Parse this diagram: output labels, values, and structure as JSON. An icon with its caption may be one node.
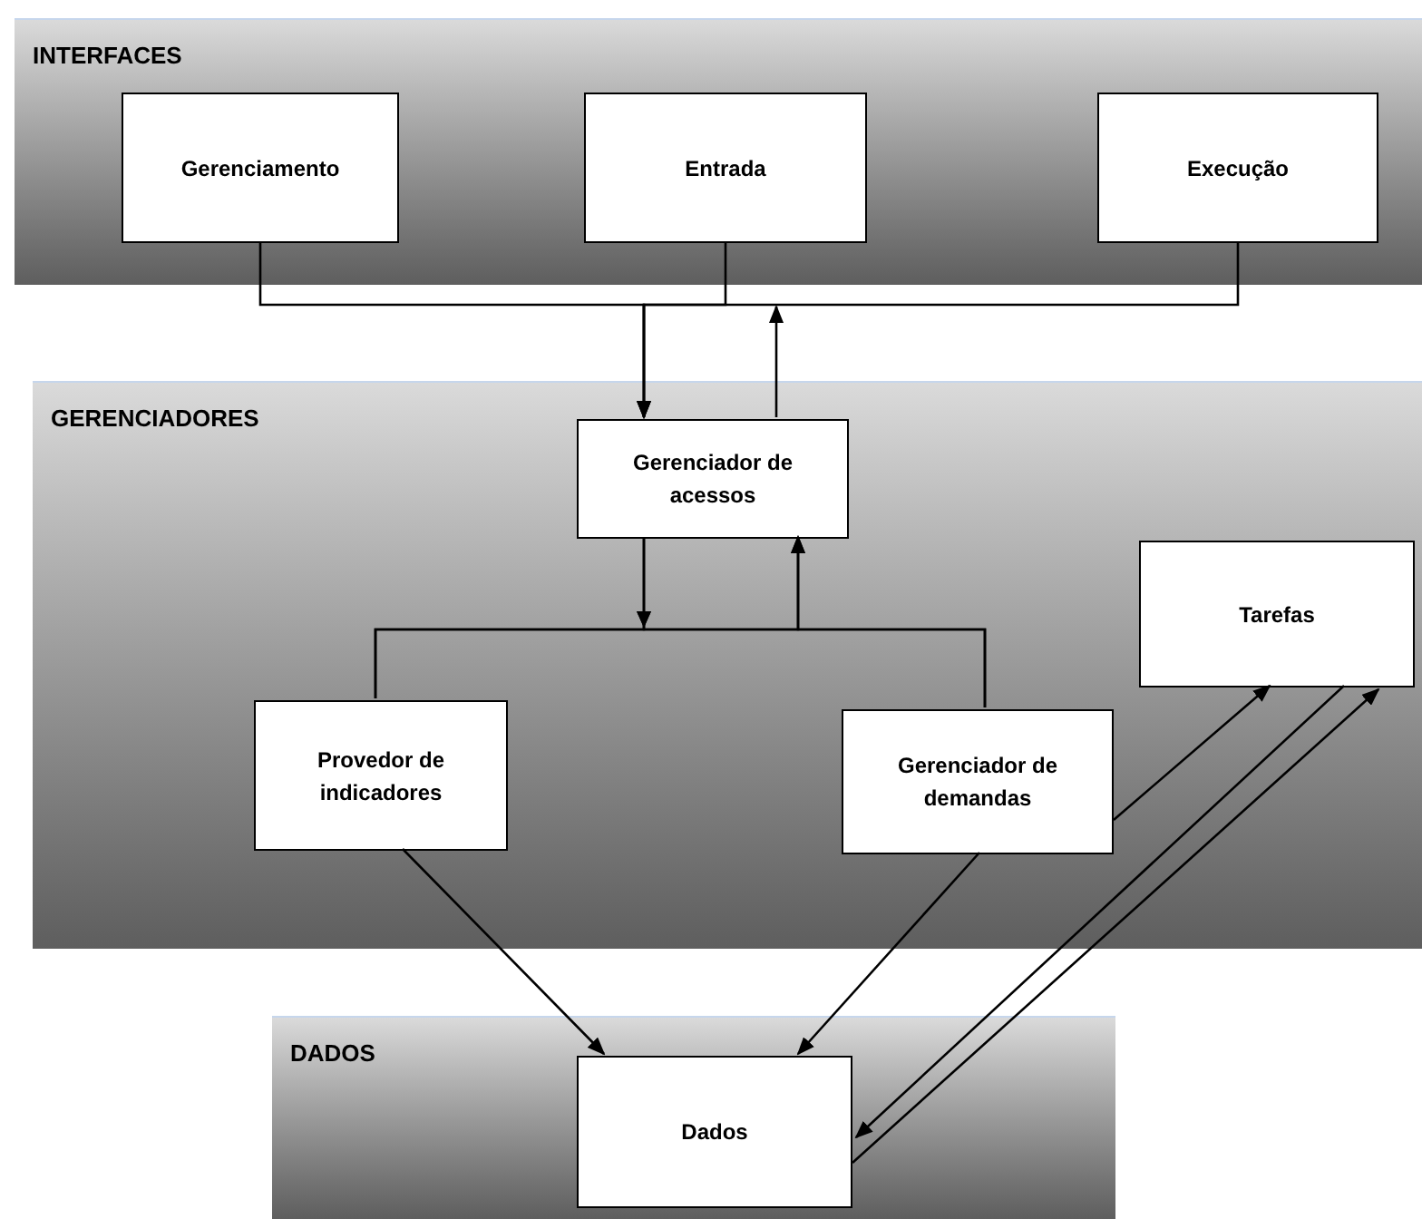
{
  "diagram": {
    "nodes": [
      {
        "text": [
          "INTERFACES"
        ]
      },
      {
        "text": [
          "Gerenciamento"
        ],
        "in": 0
      },
      {
        "text": [
          "Entrada"
        ],
        "in": 0
      },
      {
        "text": [
          "Execução"
        ],
        "in": 0
      },
      {
        "text": [
          "GERENCIADORES"
        ]
      },
      {
        "text": [
          "Gerenciador de acessos"
        ],
        "in": 4
      },
      {
        "text": [
          "Provedor de indicadores"
        ],
        "in": 4
      },
      {
        "text": [
          "Gerenciador de demandas"
        ],
        "in": 4
      },
      {
        "text": [
          "Tarefas"
        ],
        "in": 4
      },
      {
        "text": [
          "DADOS"
        ]
      },
      {
        "text": [
          "Dados"
        ],
        "in": 9
      }
    ],
    "edges": [
      {
        "from": 1,
        "to": 5,
        "arrow": "to"
      },
      {
        "from": 2,
        "to": 5,
        "arrow": "to"
      },
      {
        "from": 3,
        "to": 5,
        "arrow": "to"
      },
      {
        "from": 5,
        "to": 0,
        "arrow": "to"
      },
      {
        "from": 5,
        "to": 6,
        "arrow": "to"
      },
      {
        "from": 5,
        "to": 7,
        "arrow": "to"
      },
      {
        "from": 6,
        "to": 5,
        "arrow": "to"
      },
      {
        "from": 7,
        "to": 5,
        "arrow": "to"
      },
      {
        "from": 6,
        "to": 10,
        "arrow": "to"
      },
      {
        "from": 7,
        "to": 10,
        "arrow": "to"
      },
      {
        "from": 7,
        "to": 8,
        "arrow": "to"
      },
      {
        "from": 8,
        "to": 10,
        "arrow": "to"
      },
      {
        "from": 10,
        "to": 8,
        "arrow": "to"
      }
    ]
  }
}
